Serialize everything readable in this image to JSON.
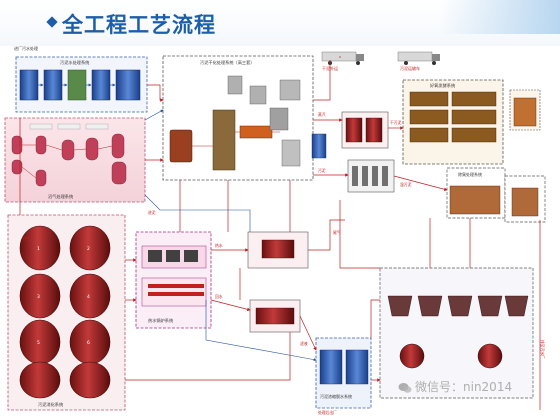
{
  "title": "全工程工艺流程",
  "top_note": "进厂污水处理",
  "systems": {
    "sewage": "污泥水处理系统",
    "boiler_gas": "沼气处理系统",
    "digestion": "污泥消化系统",
    "drying": "污泥干化处理系统（高三套）",
    "heat_boiler": "热水锅炉系统",
    "deodor": "除臭处理系统",
    "composting": "好氧发酵系统",
    "dewater": "污泥浓缩脱水系统"
  },
  "flow_labels": {
    "truck1": "干泥外运",
    "truck2": "污泥运输车",
    "biogas": "沼气",
    "hot_water": "热水",
    "steam": "蒸汽",
    "sludge": "污泥",
    "return_water": "回水",
    "dry_sludge": "干污泥",
    "wet_sludge": "湿污泥",
    "exhaust": "尾气",
    "filtrate": "滤液",
    "outlet": "处理后出厂",
    "in_sludge": "进泥",
    "discharge": "排至污水厂"
  },
  "watermark": "微信号：nin2014"
}
